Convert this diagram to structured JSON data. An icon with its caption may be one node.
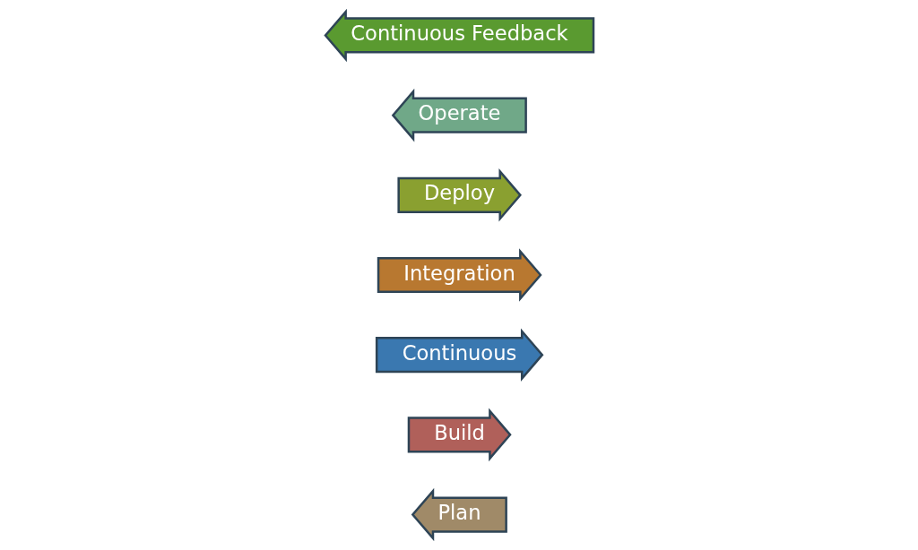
{
  "diagram": {
    "nodes": [
      {
        "text": [
          "Plan"
        ]
      },
      {
        "text": [
          "Build"
        ]
      },
      {
        "text": [
          "Continuous"
        ]
      },
      {
        "text": [
          "Integration"
        ]
      },
      {
        "text": [
          "Deploy"
        ]
      },
      {
        "text": [
          "Operate"
        ]
      },
      {
        "text": [
          "Continuous Feedback"
        ]
      }
    ]
  }
}
